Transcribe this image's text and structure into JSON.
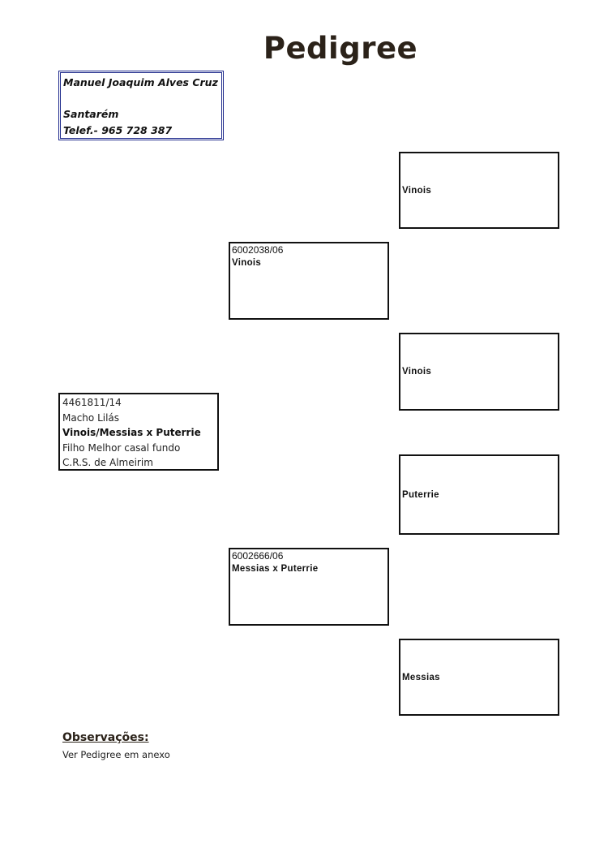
{
  "title": "Pedigree",
  "owner": {
    "name": "Manuel Joaquim Alves Cruz",
    "city": "Santarém",
    "phone": "Telef.- 965 728 387"
  },
  "subject": {
    "ring": "4461811/14",
    "sex_color": "Macho Lilás",
    "line": "Vinois/Messias x Puterrie",
    "note1": "Filho Melhor casal fundo",
    "note2": "C.R.S. de Almeirim"
  },
  "sire": {
    "ring": "6002038/06",
    "name": "Vinois"
  },
  "dam": {
    "ring": "6002666/06",
    "name": "Messias x Puterrie"
  },
  "grandparents": {
    "sire_sire": "Vinois",
    "sire_dam": "Vinois",
    "dam_sire": "Puterrie",
    "dam_dam": "Messias"
  },
  "observations": {
    "title": "Observações:",
    "text": "Ver Pedigree em anexo"
  }
}
